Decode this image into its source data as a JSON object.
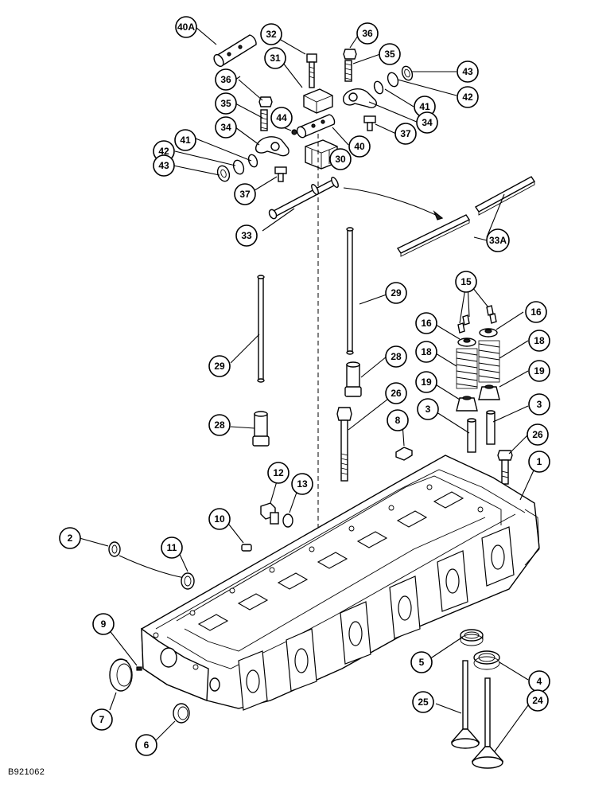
{
  "reference_code": "B921062",
  "callouts": [
    {
      "label": "40A"
    },
    {
      "label": "32"
    },
    {
      "label": "31"
    },
    {
      "label": "36"
    },
    {
      "label": "35"
    },
    {
      "label": "43"
    },
    {
      "label": "42"
    },
    {
      "label": "41"
    },
    {
      "label": "34"
    },
    {
      "label": "37"
    },
    {
      "label": "40"
    },
    {
      "label": "30"
    },
    {
      "label": "44"
    },
    {
      "label": "36"
    },
    {
      "label": "35"
    },
    {
      "label": "34"
    },
    {
      "label": "41"
    },
    {
      "label": "42"
    },
    {
      "label": "43"
    },
    {
      "label": "37"
    },
    {
      "label": "33"
    },
    {
      "label": "33A"
    },
    {
      "label": "29"
    },
    {
      "label": "29"
    },
    {
      "label": "15"
    },
    {
      "label": "16"
    },
    {
      "label": "16"
    },
    {
      "label": "18"
    },
    {
      "label": "18"
    },
    {
      "label": "19"
    },
    {
      "label": "19"
    },
    {
      "label": "28"
    },
    {
      "label": "28"
    },
    {
      "label": "26"
    },
    {
      "label": "26"
    },
    {
      "label": "3"
    },
    {
      "label": "3"
    },
    {
      "label": "8"
    },
    {
      "label": "1"
    },
    {
      "label": "12"
    },
    {
      "label": "13"
    },
    {
      "label": "10"
    },
    {
      "label": "2"
    },
    {
      "label": "11"
    },
    {
      "label": "9"
    },
    {
      "label": "5"
    },
    {
      "label": "4"
    },
    {
      "label": "7"
    },
    {
      "label": "25"
    },
    {
      "label": "24"
    },
    {
      "label": "6"
    }
  ]
}
